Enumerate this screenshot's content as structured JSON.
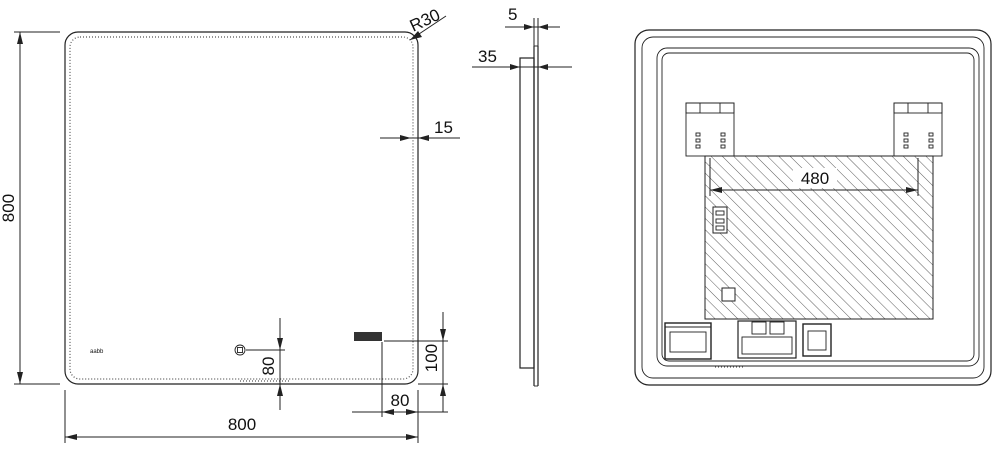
{
  "front_view": {
    "dim_height": "800",
    "dim_width": "800",
    "dim_corner_radius": "R30",
    "dim_led_strip": "15",
    "dim_button_offset": "80",
    "dim_display_bottom": "100",
    "dim_display_side": "80",
    "logo_text": "aabb"
  },
  "side_view": {
    "dim_glass": "5",
    "dim_depth": "35"
  },
  "rear_view": {
    "dim_mount_span": "480"
  }
}
